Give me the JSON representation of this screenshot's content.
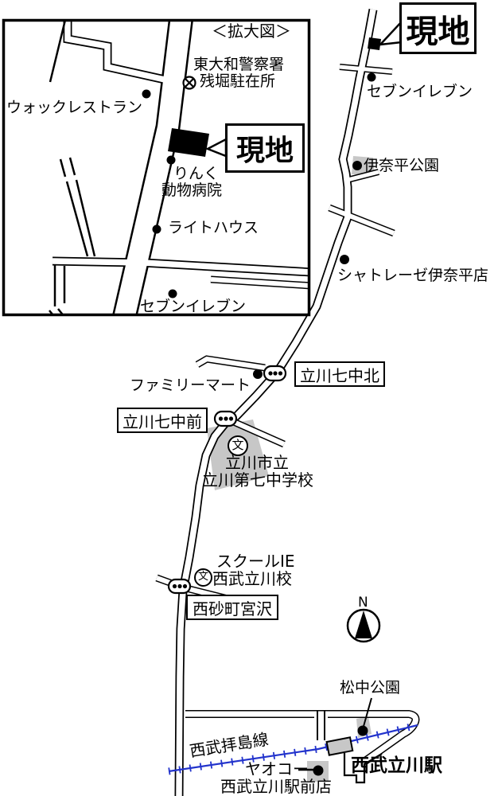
{
  "colors": {
    "railway_blue": "#2233cc",
    "area_gray": "#c7c7c7",
    "ink": "#000000"
  },
  "icons": {
    "police_symbol": "circle-with-x",
    "school_symbol": "circle-with-bun-kanji",
    "traffic_signal": "pill-with-three-dots",
    "compass": "north-arrow",
    "site_marker": "black-rectangle",
    "poi_dot": "black-dot"
  },
  "inset": {
    "title": "＜拡大図＞",
    "police_line1": "東大和警察署",
    "police_line2": "残堀駐在所",
    "restaurant": "ウォックレストラン",
    "site_label": "現地",
    "vet_line1": "りんく",
    "vet_line2": "動物病院",
    "lighthouse": "ライトハウス",
    "seven_eleven": "セブンイレブン"
  },
  "main": {
    "site_label": "現地",
    "seven_eleven": "セブンイレブン",
    "inadaira_park": "伊奈平公園",
    "chateraise": "シャトレーゼ伊奈平店",
    "signal_north_label": "立川七中北",
    "family_mart": "ファミリーマート",
    "signal_front_label": "立川七中前",
    "school_line1": "立川市立",
    "school_line2": "立川第七中学校",
    "school_symbol": "文",
    "cram_school_line1": "スクールIE",
    "cram_school_line2": "西武立川校",
    "signal_miyazawa_label": "西砂町宮沢",
    "compass_n": "N",
    "matsunaka_park": "松中公園",
    "railway_name": "西武拝島線",
    "yaoko_line1": "ヤオコー",
    "yaoko_line2": "西武立川駅前店",
    "station_name": "西武立川駅"
  }
}
